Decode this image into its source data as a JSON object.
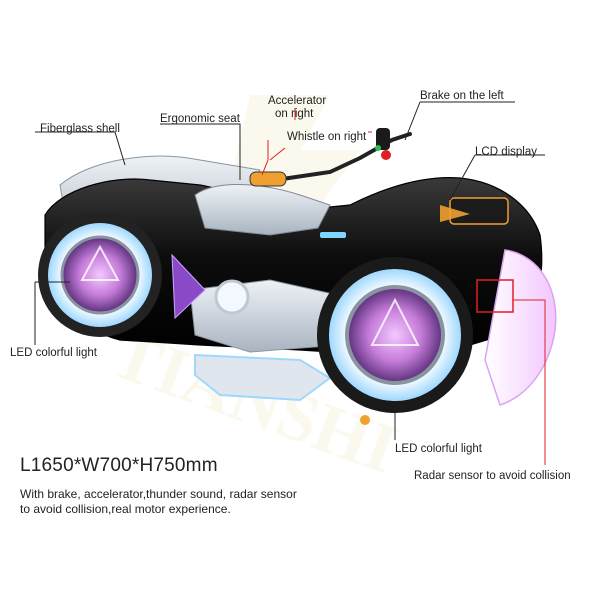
{
  "labels": {
    "fiberglass_shell": "Fiberglass shell",
    "ergonomic_seat": "Ergonomic seat",
    "accelerator_line1": "Accelerator",
    "accelerator_line2": "on right",
    "whistle": "Whistle on right",
    "brake": "Brake on the left",
    "lcd_display": "LCD display",
    "led_left": "LED colorful light",
    "led_right": "LED colorful light",
    "radar_sensor": "Radar sensor to avoid collision"
  },
  "dimensions": "L1650*W700*H750mm",
  "description_line1": "With brake, accelerator,thunder sound, radar sensor",
  "description_line2": "to avoid collision,real motor experience.",
  "watermark": "TIANSHI",
  "colors": {
    "body_black": "#111111",
    "shell_silver": "#cfd6de",
    "wheel_glow": "#c47bd8",
    "ring_glow": "#e6f3ff",
    "leader_red": "#e02020",
    "leader_black": "#222222",
    "accent_orange": "#f0a030"
  }
}
